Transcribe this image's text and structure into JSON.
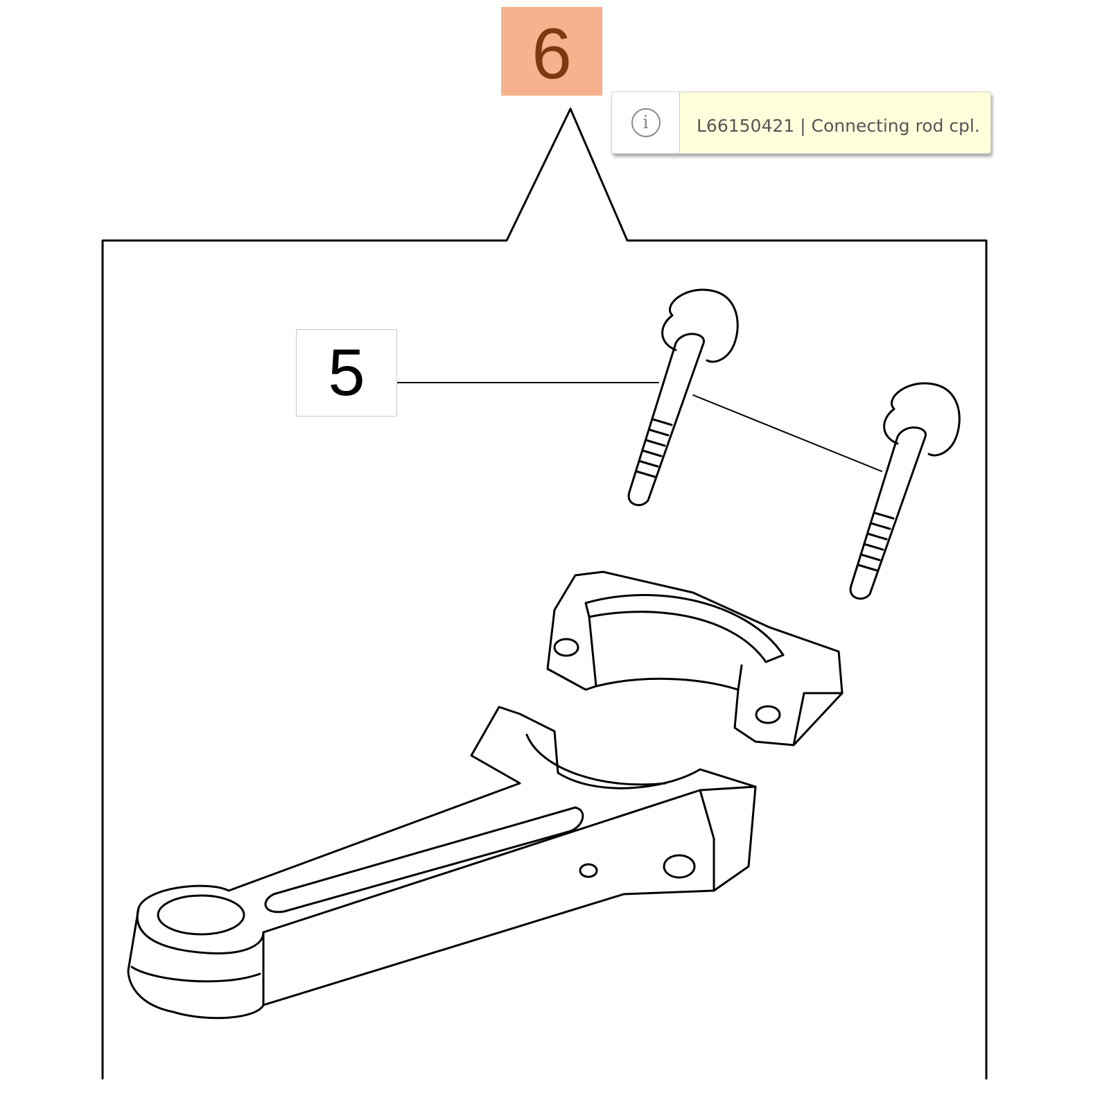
{
  "callouts": {
    "assembly": "6",
    "bolt": "5"
  },
  "tooltip": {
    "icon": "info-icon",
    "text": "L66150421 | Connecting rod cpl."
  },
  "colors": {
    "highlight": "#f6b28c",
    "highlight_text": "#7b3a12",
    "tooltip_bg": "#ffffdc"
  }
}
